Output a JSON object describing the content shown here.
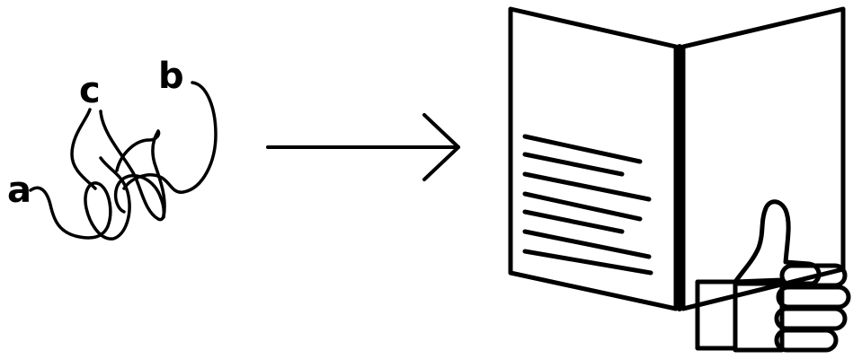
{
  "diagram": {
    "labels": {
      "a": "a",
      "b": "b",
      "c": "c"
    },
    "icons": {
      "tangle": "tangled-curves-icon",
      "arrow": "right-arrow-icon",
      "document": "open-document-icon",
      "thumb": "thumbs-up-icon"
    },
    "colors": {
      "ink": "#000000",
      "paper": "#ffffff"
    }
  }
}
